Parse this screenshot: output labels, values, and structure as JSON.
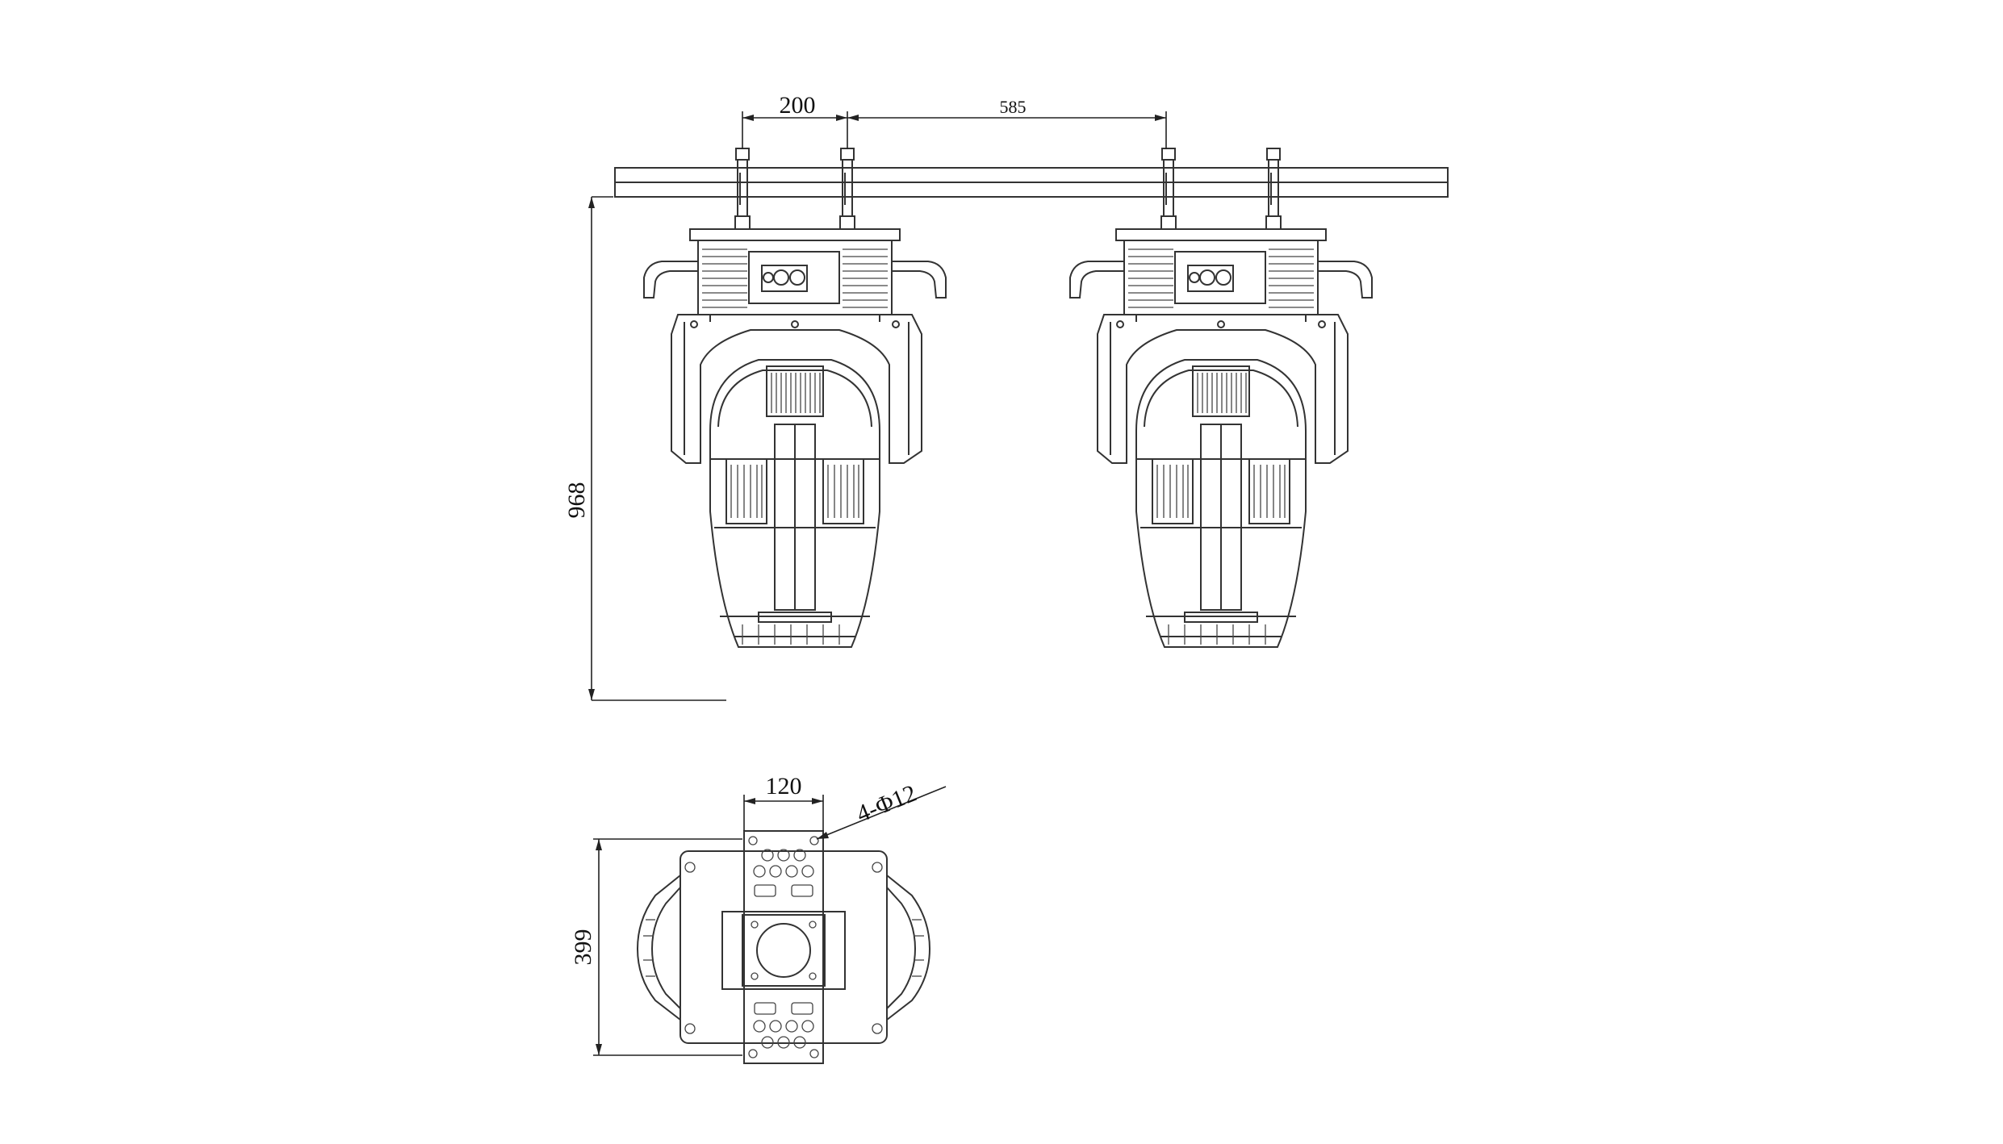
{
  "dimensions": {
    "clamp_spacing": "200",
    "fixture_spacing": "585",
    "height_hung": "968",
    "base_plate_width": "120",
    "mount_holes": "4-Φ12",
    "base_height": "399"
  },
  "colors": {
    "line": "#333333",
    "background": "#ffffff"
  }
}
